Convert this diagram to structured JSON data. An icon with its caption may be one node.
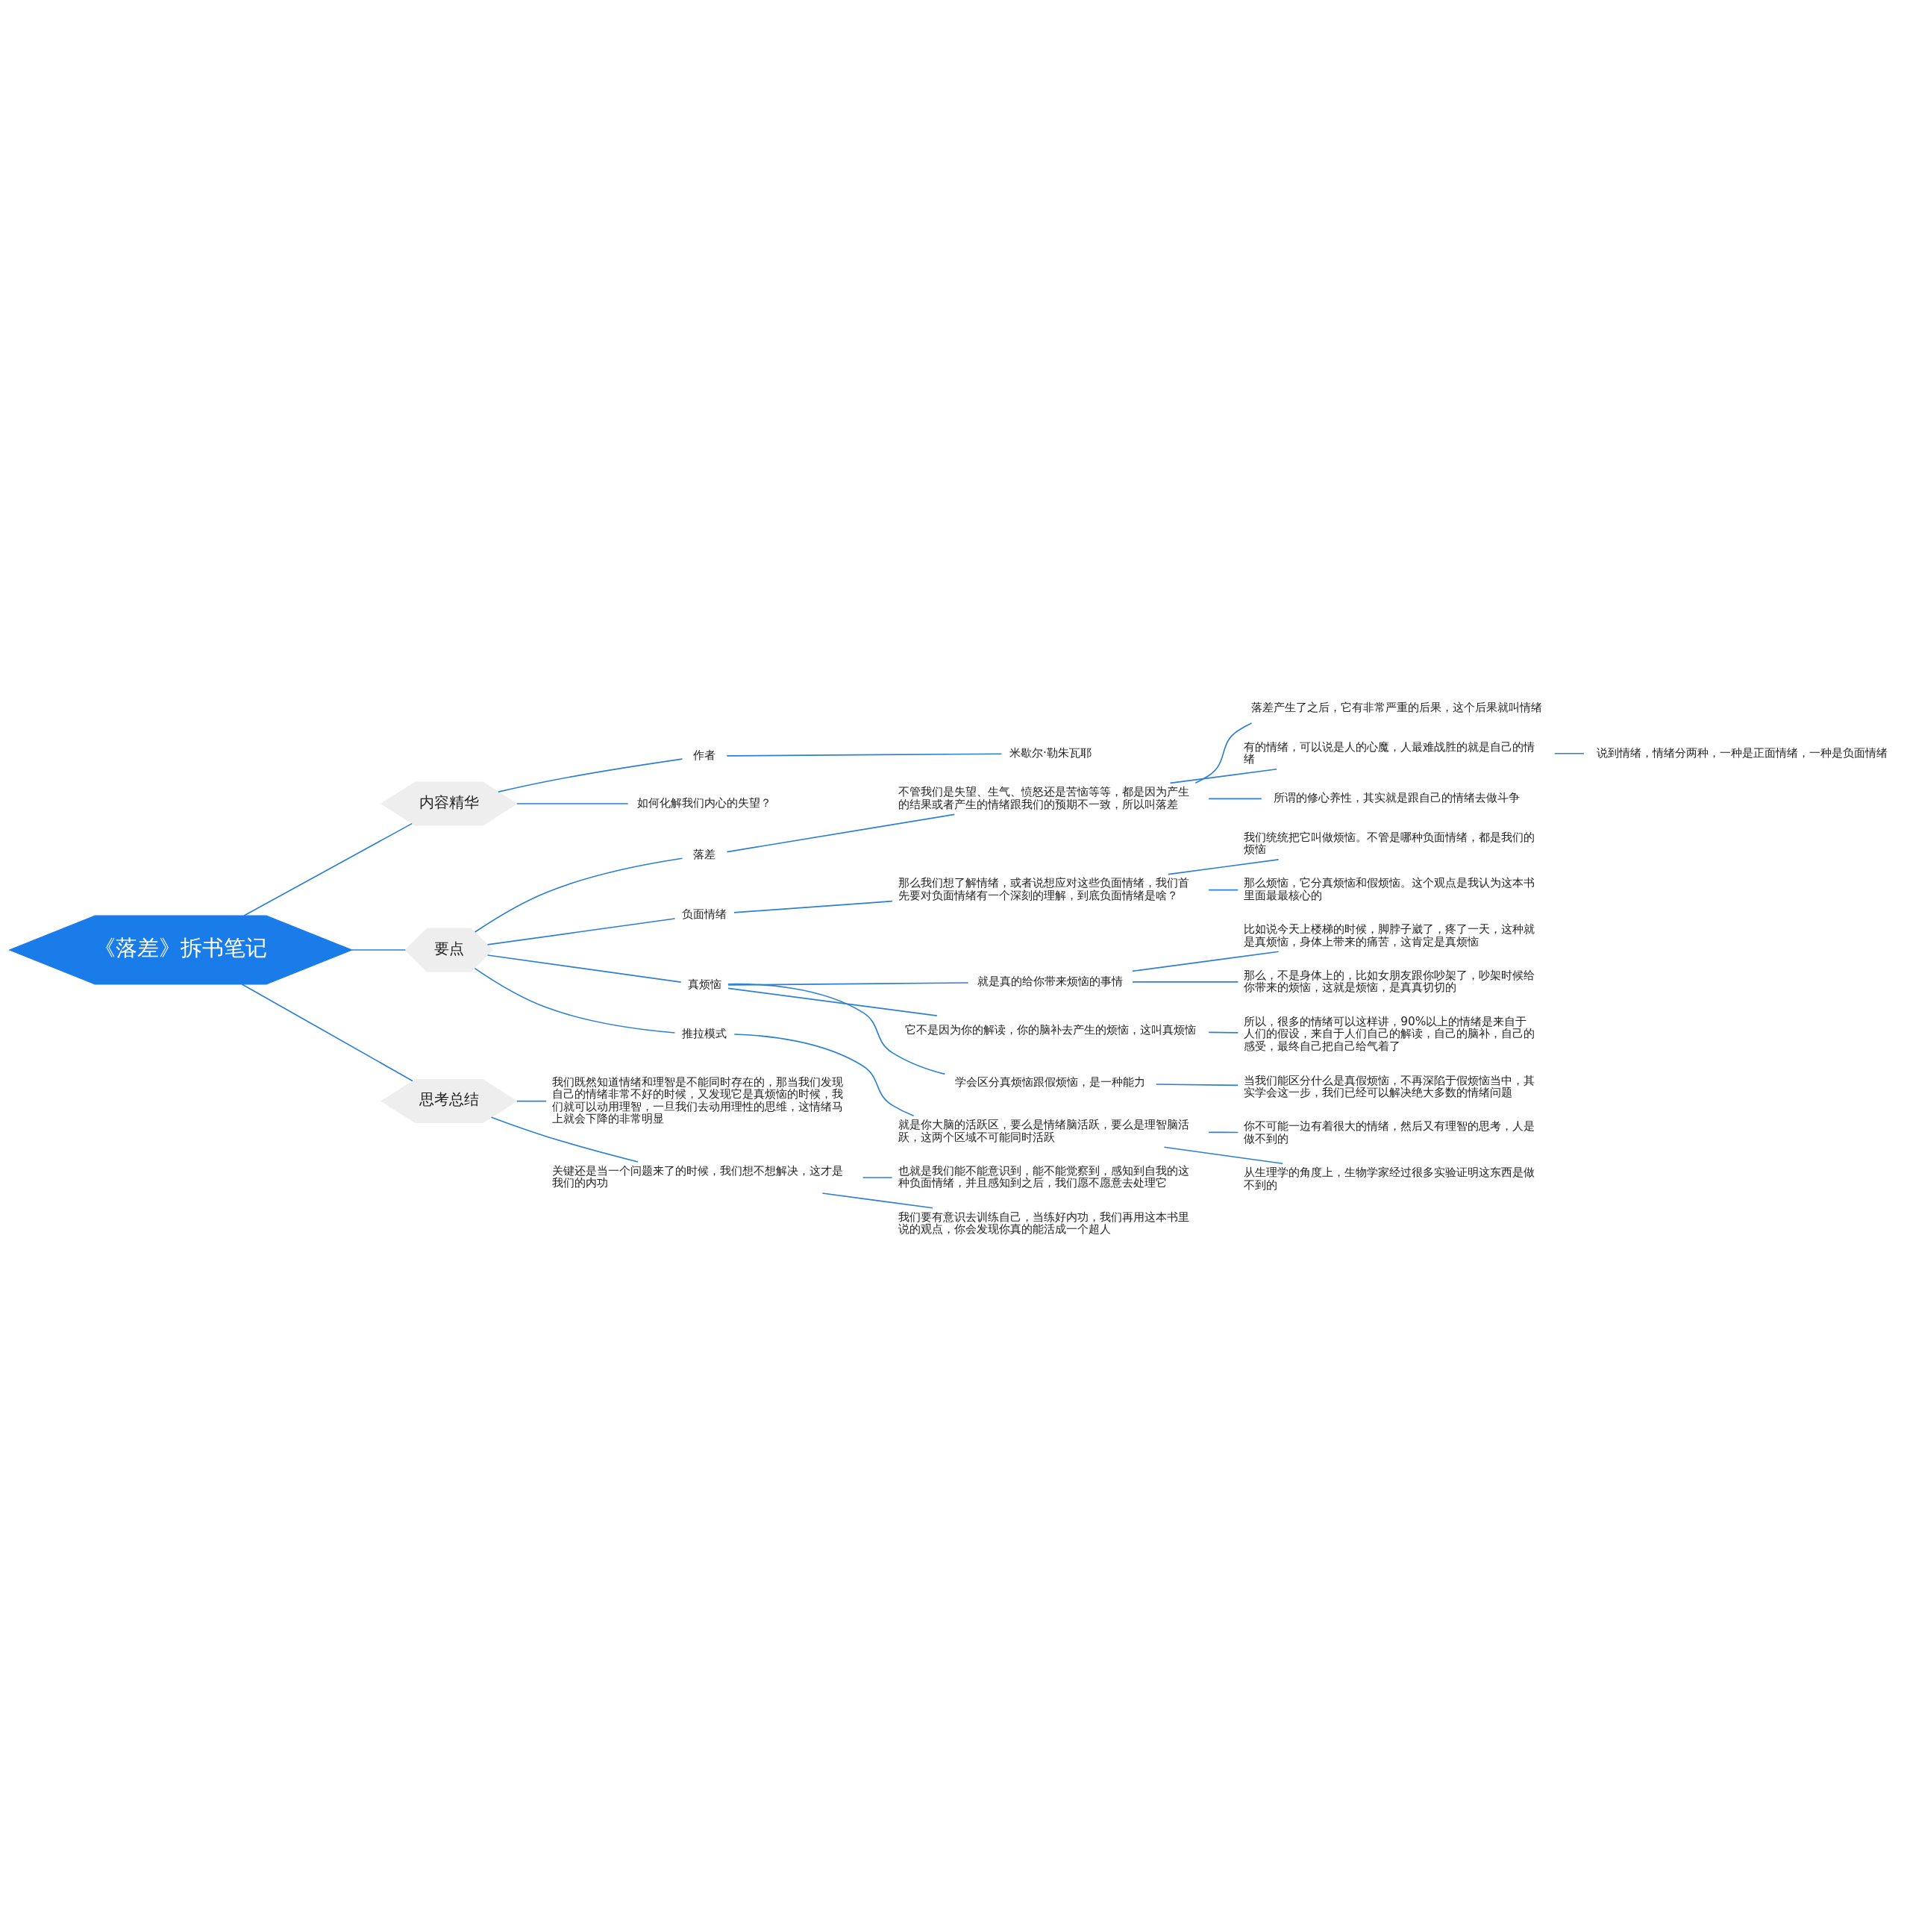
{
  "diagram": {
    "nodes": [
      {
        "text": [
          "《落差》拆书笔记"
        ]
      },
      {
        "text": [
          "内容精华"
        ]
      },
      {
        "text": [
          "作者"
        ]
      },
      {
        "text": [
          "米歇尔·勒朱瓦耶"
        ]
      },
      {
        "text": [
          "如何化解我们内心的失望？"
        ]
      },
      {
        "text": [
          "要点"
        ]
      },
      {
        "text": [
          "落差"
        ]
      },
      {
        "text": [
          "不管我们是失望、生气、愤怒还是苦恼等等，都是因为产生的结果或者产生的情绪跟我们的预期不一致，所以叫落差"
        ]
      },
      {
        "text": [
          "落差产生了之后，它有非常严重的后果，这个后果就叫情绪"
        ]
      },
      {
        "text": [
          "有的情绪，可以说是人的心魔，人最难战胜的就是自己的情绪"
        ]
      },
      {
        "text": [
          "说到情绪，情绪分两种，一种是正面情绪，一种是负面情绪"
        ]
      },
      {
        "text": [
          "所谓的修心养性，其实就是跟自己的情绪去做斗争"
        ]
      },
      {
        "text": [
          "负面情绪"
        ]
      },
      {
        "text": [
          "那么我们想了解情绪，或者说想应对这些负面情绪，我们首先要对负面情绪有一个深刻的理解，到底负面情绪是啥？"
        ]
      },
      {
        "text": [
          "我们统统把它叫做烦恼。不管是哪种负面情绪，都是我们的烦恼"
        ]
      },
      {
        "text": [
          "那么烦恼，它分真烦恼和假烦恼。这个观点是我认为这本书里面最最核心的"
        ]
      },
      {
        "text": [
          "真烦恼"
        ]
      },
      {
        "text": [
          "就是真的给你带来烦恼的事情"
        ]
      },
      {
        "text": [
          "比如说今天上楼梯的时候，脚脖子崴了，疼了一天，这种就是真烦恼，身体上带来的痛苦，这肯定是真烦恼"
        ]
      },
      {
        "text": [
          "那么，不是身体上的，比如女朋友跟你吵架了，吵架时候给你带来的烦恼，这就是烦恼，是真真切切的"
        ]
      },
      {
        "text": [
          "它不是因为你的解读，你的脑补去产生的烦恼，这叫真烦恼"
        ]
      },
      {
        "text": [
          "所以，很多的情绪可以这样讲，90%以上的情绪是来自于人们的假设，来自于人们自己的解读，自己的脑补，自己的感受，最终自己把自己给气着了"
        ]
      },
      {
        "text": [
          "学会区分真烦恼跟假烦恼，是一种能力"
        ]
      },
      {
        "text": [
          "当我们能区分什么是真假烦恼，不再深陷于假烦恼当中，其实学会这一步，我们已经可以解决绝大多数的情绪问题"
        ]
      },
      {
        "text": [
          "推拉模式"
        ]
      },
      {
        "text": [
          "就是你大脑的活跃区，要么是情绪脑活跃，要么是理智脑活跃，这两个区域不可能同时活跃"
        ]
      },
      {
        "text": [
          "你不可能一边有着很大的情绪，然后又有理智的思考，人是做不到的"
        ]
      },
      {
        "text": [
          "从生理学的角度上，生物学家经过很多实验证明这东西是做不到的"
        ]
      },
      {
        "text": [
          "思考总结"
        ]
      },
      {
        "text": [
          "我们既然知道情绪和理智是不能同时存在的，那当我们发现自己的情绪非常不好的时候，又发现它是真烦恼的时候，我们就可以动用理智，一旦我们去动用理性的思维，这情绪马上就会下降的非常明显"
        ]
      },
      {
        "text": [
          "关键还是当一个问题来了的时候，我们想不想解决，这才是我们的内功"
        ]
      },
      {
        "text": [
          "也就是我们能不能意识到，能不能觉察到，感知到自我的这种负面情绪，并且感知到之后，我们愿不愿意去处理它"
        ]
      },
      {
        "text": [
          "我们要有意识去训练自己，当练好内功，我们再用这本书里说的观点，你会发现你真的能活成一个超人"
        ]
      }
    ],
    "edges": [
      {
        "from": 0,
        "to": 1,
        "arrow": "none"
      },
      {
        "from": 1,
        "to": 2,
        "arrow": "none"
      },
      {
        "from": 2,
        "to": 3,
        "arrow": "none"
      },
      {
        "from": 1,
        "to": 4,
        "arrow": "none"
      },
      {
        "from": 0,
        "to": 5,
        "arrow": "none"
      },
      {
        "from": 5,
        "to": 6,
        "arrow": "none"
      },
      {
        "from": 6,
        "to": 7,
        "arrow": "none"
      },
      {
        "from": 7,
        "to": 8,
        "arrow": "none"
      },
      {
        "from": 7,
        "to": 9,
        "arrow": "none"
      },
      {
        "from": 9,
        "to": 10,
        "arrow": "none"
      },
      {
        "from": 7,
        "to": 11,
        "arrow": "none"
      },
      {
        "from": 5,
        "to": 12,
        "arrow": "none"
      },
      {
        "from": 12,
        "to": 13,
        "arrow": "none"
      },
      {
        "from": 13,
        "to": 14,
        "arrow": "none"
      },
      {
        "from": 13,
        "to": 15,
        "arrow": "none"
      },
      {
        "from": 5,
        "to": 16,
        "arrow": "none"
      },
      {
        "from": 16,
        "to": 17,
        "arrow": "none"
      },
      {
        "from": 17,
        "to": 18,
        "arrow": "none"
      },
      {
        "from": 17,
        "to": 19,
        "arrow": "none"
      },
      {
        "from": 16,
        "to": 20,
        "arrow": "none"
      },
      {
        "from": 20,
        "to": 21,
        "arrow": "none"
      },
      {
        "from": 16,
        "to": 22,
        "arrow": "none"
      },
      {
        "from": 22,
        "to": 23,
        "arrow": "none"
      },
      {
        "from": 5,
        "to": 24,
        "arrow": "none"
      },
      {
        "from": 24,
        "to": 25,
        "arrow": "none"
      },
      {
        "from": 25,
        "to": 26,
        "arrow": "none"
      },
      {
        "from": 25,
        "to": 27,
        "arrow": "none"
      },
      {
        "from": 0,
        "to": 28,
        "arrow": "none"
      },
      {
        "from": 28,
        "to": 29,
        "arrow": "none"
      },
      {
        "from": 28,
        "to": 30,
        "arrow": "none"
      },
      {
        "from": 30,
        "to": 31,
        "arrow": "none"
      },
      {
        "from": 30,
        "to": 32,
        "arrow": "none"
      }
    ]
  }
}
